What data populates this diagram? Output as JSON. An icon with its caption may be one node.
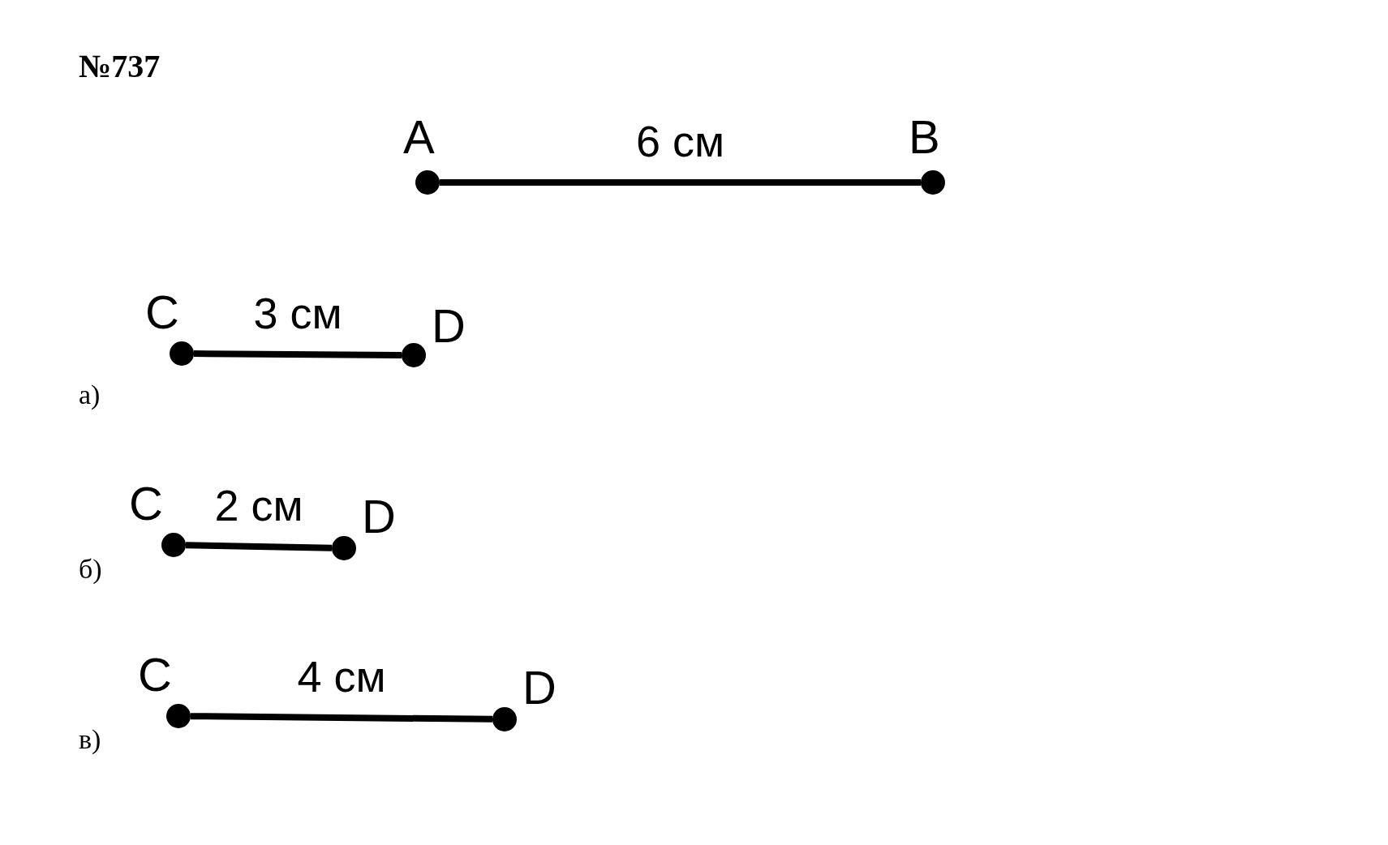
{
  "diagram": {
    "title": "№737",
    "nodes": [
      {
        "text": [],
        "shape": "circle",
        "beside": [
          "A"
        ]
      },
      {
        "text": [],
        "shape": "circle",
        "beside": [
          "B"
        ]
      },
      {
        "text": [],
        "shape": "circle",
        "beside": [
          "C"
        ]
      },
      {
        "text": [],
        "shape": "circle",
        "beside": [
          "D"
        ]
      },
      {
        "text": [],
        "shape": "circle",
        "beside": [
          "C"
        ]
      },
      {
        "text": [],
        "shape": "circle",
        "beside": [
          "D"
        ]
      },
      {
        "text": [],
        "shape": "circle",
        "beside": [
          "C"
        ]
      },
      {
        "text": [],
        "shape": "circle",
        "beside": [
          "D"
        ]
      }
    ],
    "edges": [
      {
        "from": 0,
        "to": 1,
        "arrow": "none",
        "label": "6 см"
      },
      {
        "from": 2,
        "to": 3,
        "arrow": "none",
        "label": "3 см"
      },
      {
        "from": 4,
        "to": 5,
        "arrow": "none",
        "label": "2 см"
      },
      {
        "from": 6,
        "to": 7,
        "arrow": "none",
        "label": "4 см"
      }
    ],
    "labels": [
      "а)",
      "б)",
      "в)"
    ]
  }
}
